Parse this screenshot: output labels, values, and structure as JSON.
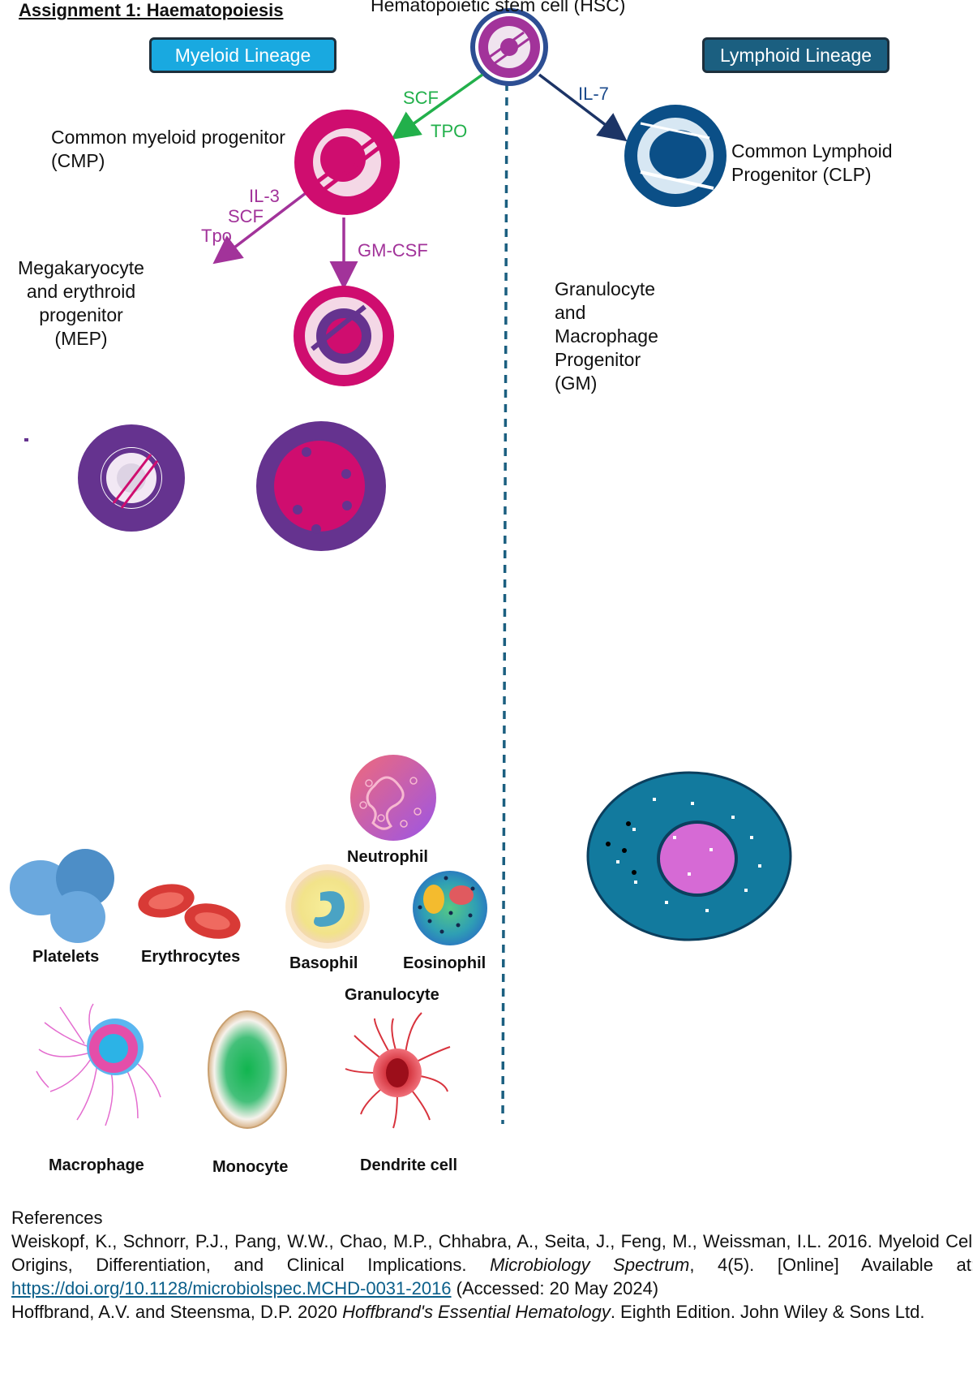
{
  "title": "Assignment 1: Haematopoiesis",
  "hsc": {
    "label": "Hematopoietic stem cell (HSC)"
  },
  "lineages": {
    "myeloid": "Myeloid Lineage",
    "lymphoid": "Lymphoid Lineage"
  },
  "cytokines": {
    "scf_to_cmp": "SCF",
    "tpo_to_cmp": "TPO",
    "il7": "IL-7",
    "il3": "IL-3",
    "scf_to_mep": "SCF",
    "tpo_to_mep": "Tpo",
    "gmcsf": "GM-CSF"
  },
  "progenitors": {
    "cmp": [
      "Common myeloid progenitor",
      "(CMP)"
    ],
    "clp": [
      "Common Lymphoid",
      "Progenitor (CLP)"
    ],
    "mep": [
      "Megakaryocyte",
      "and erythroid",
      "progenitor",
      "(MEP)"
    ],
    "gm": [
      "Granulocyte",
      "and",
      "Macrophage",
      "Progenitor",
      "(GM)"
    ]
  },
  "cells": {
    "neutrophil": "Neutrophil",
    "platelets": "Platelets",
    "erythrocytes": "Erythrocytes",
    "basophil": "Basophil",
    "eosinophil": "Eosinophil",
    "granulocyte": "Granulocyte",
    "macrophage": "Macrophage",
    "monocyte": "Monocyte",
    "dendrite": "Dendrite cell"
  },
  "references": {
    "heading": "References",
    "ref1_text": "Weiskopf, K., Schnorr, P.J., Pang, W.W., Chao, M.P., Chhabra, A., Seita, J., Feng, M., Weissman, I.L. 2016. Myeloid Cell Origins, Differentiation, and Clinical Implications.",
    "ref1_journal": "Microbiology Spectrum",
    "ref1_vol": ", 4(5). [Online] Available at:",
    "ref1_link": "https://doi.org/10.1128/microbiolspec.MCHD-0031-2016",
    "ref1_accessed": "(Accessed: 20 May 2024)",
    "ref2_text": "Hoffbrand, A.V. and Steensma, D.P. 2020",
    "ref2_title": "Hoffbrand's Essential Hematology",
    "ref2_rest": ". Eighth Edition. John Wiley & Sons Ltd."
  },
  "colors": {
    "myeloid_box": "#19a9e0",
    "lymphoid_box": "#1b5f80",
    "cmp": "#cf0d6f",
    "clp": "#0b4f87",
    "hsc_ring": "#2d4e93",
    "purple": "#65338f",
    "cytokine_green": "#22b04b",
    "cytokine_myeloid": "#a2339a",
    "cytokine_lymphoid": "#1c4b8c"
  }
}
